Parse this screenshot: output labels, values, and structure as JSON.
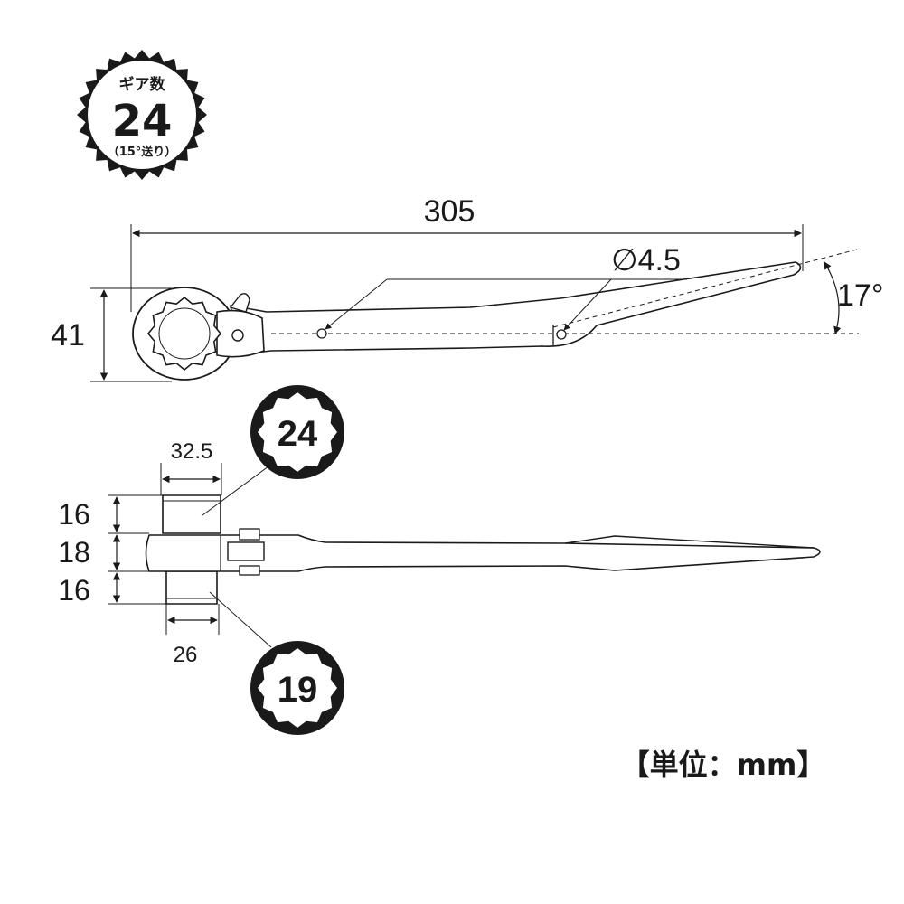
{
  "gear_badge": {
    "title": "ギア数",
    "count": "24",
    "note": "（15°送り）"
  },
  "top_view": {
    "length": "305",
    "height": "41",
    "hole_diameter": "∅4.5",
    "angle": "17°"
  },
  "side_view": {
    "upper_width": "32.5",
    "lower_width": "26",
    "upper_thickness": "16",
    "body_thickness": "18",
    "lower_thickness": "16"
  },
  "sockets": {
    "large": "24",
    "small": "19"
  },
  "unit_label": "【単位：mm】"
}
